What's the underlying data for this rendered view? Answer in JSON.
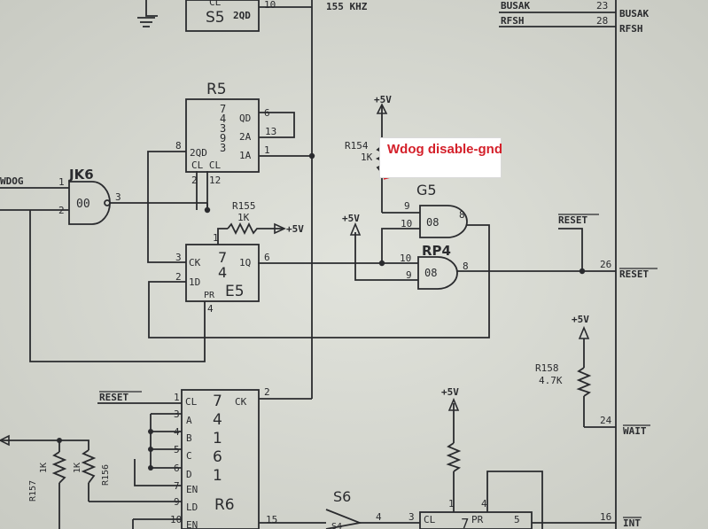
{
  "colors": {
    "paper": "#d6d8d0",
    "ink": "#2a2b2e",
    "annotation": "#d4202a"
  },
  "annotation": {
    "text": "Wdog disable-gnd"
  },
  "top": {
    "chip": "S5",
    "pin_label": "2QD",
    "pin": "10",
    "freq": "155 KHZ",
    "cl": "CL"
  },
  "bus": {
    "busak_left": "BUSAK",
    "busak_pin": "23",
    "busak_right": "BUSAK",
    "rfsh_left": "RFSH",
    "rfsh_pin": "28",
    "rfsh_right": "RFSH"
  },
  "r5": {
    "name": "R5",
    "num": [
      "7",
      "4",
      "3",
      "9",
      "3"
    ],
    "qd": "QD",
    "a2": "2A",
    "a1": "1A",
    "qd2": "2QD",
    "clcl": "CL  CL",
    "p6": "6",
    "p13": "13",
    "p1": "1",
    "p8": "8",
    "p2": "2",
    "p12": "12"
  },
  "jk6": {
    "name": "JK6",
    "type": "00",
    "p1": "1",
    "p2": "2",
    "p3": "3",
    "input": "WDOG"
  },
  "r155": {
    "name": "R155",
    "value": "1K",
    "supply": "+5V"
  },
  "e5": {
    "name": "E5",
    "num7": "7",
    "num4": "4",
    "ck": "CK",
    "d": "1D",
    "pr": "PR",
    "q": "1Q",
    "p1": "1",
    "p2": "2",
    "p3": "3",
    "p4": "4",
    "p6": "6"
  },
  "r154": {
    "name": "R154",
    "value": "1K",
    "supply": "+5V"
  },
  "g5": {
    "name": "G5",
    "type": "08",
    "p9": "9",
    "p10": "10",
    "p8": "8"
  },
  "rp4": {
    "name": "RP4",
    "type": "08",
    "p10": "10",
    "p9": "9",
    "p8": "8"
  },
  "supply_mid": "+5V",
  "reset": {
    "label": "RESET",
    "pin": "26",
    "out_label": "RESET"
  },
  "r158": {
    "name": "R158",
    "value": "4.7K",
    "supply": "+5V"
  },
  "wait": {
    "pin": "24",
    "label": "WAIT"
  },
  "r6": {
    "name": "R6",
    "num": [
      "7",
      "4",
      "1",
      "6",
      "1"
    ],
    "reset": "RESET",
    "cl": "CL",
    "ck": "CK",
    "pins_left": [
      "1",
      "3",
      "4",
      "5",
      "6",
      "7",
      "9",
      "10"
    ],
    "inputs": [
      "A",
      "B",
      "C",
      "D",
      "EN",
      "LD",
      "EN"
    ],
    "p2": "2",
    "p15": "15"
  },
  "r157": {
    "name": "R157",
    "value": "1K"
  },
  "r156": {
    "name": "R156",
    "value": "1K"
  },
  "s6": {
    "name": "S6",
    "p4": "4",
    "sub": "S4"
  },
  "bottom": {
    "supply": "+5V",
    "cl": "CL",
    "num7": "7",
    "pr": "PR",
    "p3": "3",
    "p1": "1",
    "p4": "4",
    "p5": "5",
    "p16": "16",
    "int": "INT"
  }
}
